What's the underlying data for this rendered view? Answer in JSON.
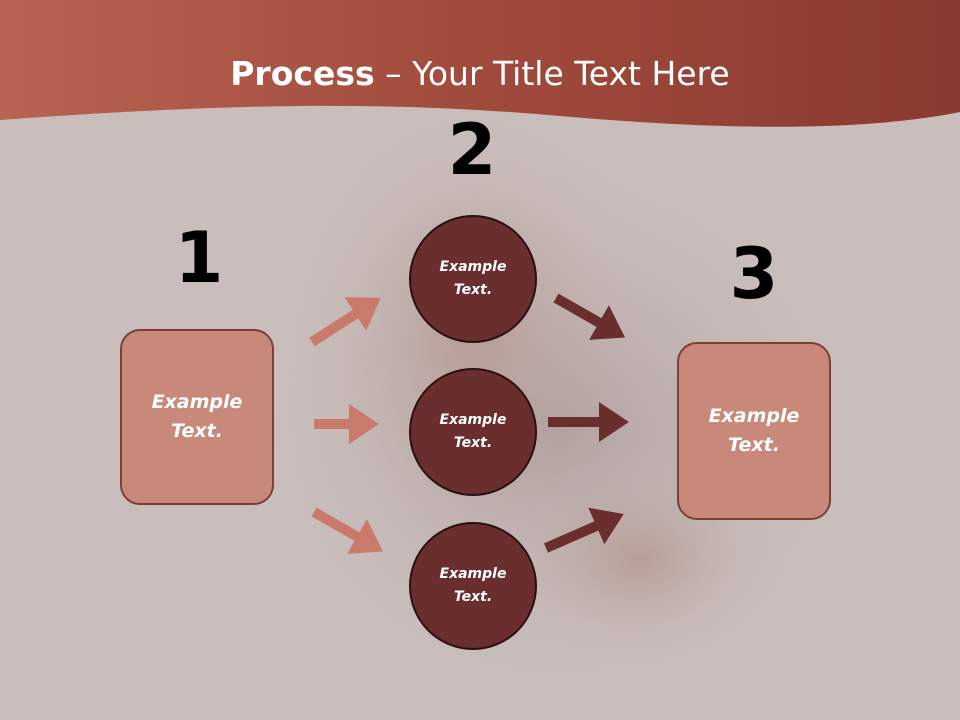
{
  "title": {
    "bold": "Process",
    "rest": " – Your Title Text Here"
  },
  "steps": [
    {
      "number": "1",
      "label": "Example Text."
    },
    {
      "number": "2",
      "label": "Example Text."
    },
    {
      "number": "3",
      "label": "Example Text."
    }
  ],
  "circles": [
    {
      "label": "Example Text."
    },
    {
      "label": "Example Text."
    },
    {
      "label": "Example Text."
    }
  ],
  "colors": {
    "header": "#a34c3e",
    "box_fill": "#c8887a",
    "circle_fill": "#6a2e2e",
    "arrow_left": "#c97a6a",
    "arrow_right": "#6a2e2e"
  }
}
